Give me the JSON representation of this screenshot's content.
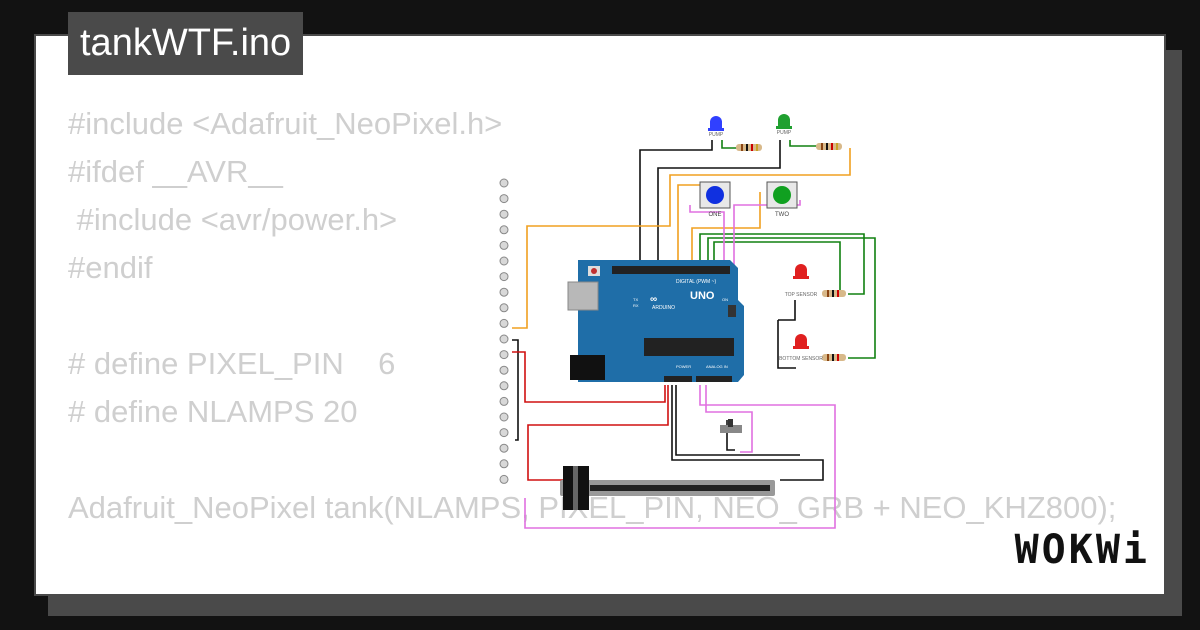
{
  "window": {
    "title": "tankWTF.ino"
  },
  "code_lines": [
    "#include <Adafruit_NeoPixel.h>",
    "#ifdef __AVR__",
    " #include <avr/power.h>",
    "#endif",
    "",
    "# define PIXEL_PIN    6",
    "# define NLAMPS 20",
    "",
    "Adafruit_NeoPixel tank(NLAMPS, PIXEL_PIN, NEO_GRB + NEO_KHZ800);"
  ],
  "circuit": {
    "board": {
      "model": "UNO",
      "brand": "ARDUINO",
      "digital_label": "DIGITAL (PWM ~)",
      "power_label": "POWER",
      "analog_label": "ANALOG IN",
      "on_label": "ON",
      "tx_label": "TX",
      "rx_label": "RX",
      "color": "#1f6ea8"
    },
    "buttons": [
      {
        "label": "ONE",
        "color": "#1030e0"
      },
      {
        "label": "TWO",
        "color": "#10a020"
      }
    ],
    "leds": [
      {
        "label": "PUMP",
        "color": "#3040ff"
      },
      {
        "label": "PUMP",
        "color": "#20a030"
      },
      {
        "label": "TOP SENSOR",
        "color": "#e02020"
      },
      {
        "label": "BOTTOM SENSOR",
        "color": "#e02020"
      }
    ],
    "wire_colors": {
      "black": "#111111",
      "red": "#d01010",
      "orange": "#f0a020",
      "green": "#108010",
      "pink": "#e070e0"
    }
  },
  "brand": {
    "logo_text": "WOKWi"
  }
}
